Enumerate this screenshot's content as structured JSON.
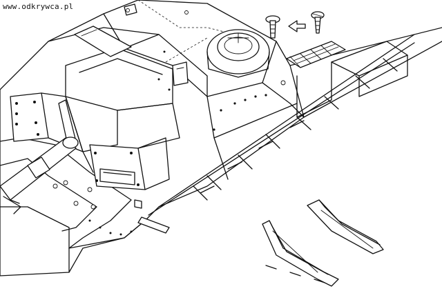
{
  "watermark": "www.odkrywca.pl",
  "icons": {
    "main_drawing": "armored-vehicle-hull-line-drawing",
    "bolt_a": "mushroom-head-bolt",
    "bolt_b": "screw",
    "direction": "hollow-arrow-left",
    "part_a": "rail-bracket-part",
    "part_b": "rail-bracket-part"
  },
  "colors": {
    "ink": "#111111",
    "paper": "#ffffff"
  }
}
